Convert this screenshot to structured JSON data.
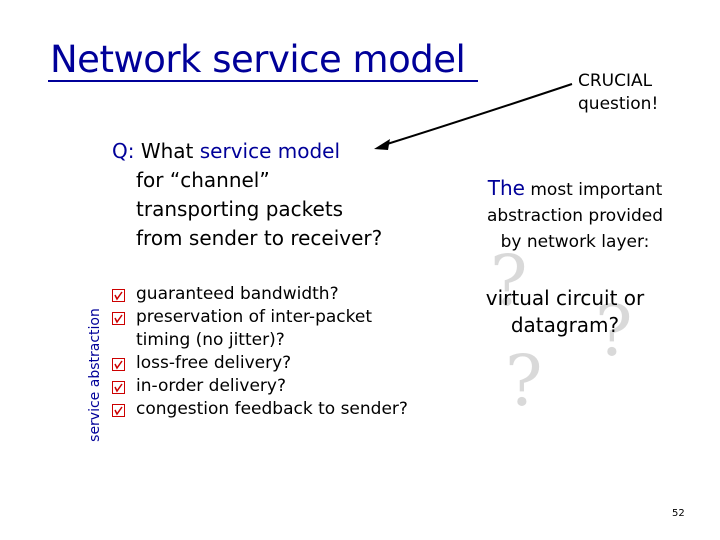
{
  "slide": {
    "title": "Network service model",
    "crucial_note": "CRUCIAL question!",
    "side_label": "service abstraction",
    "question": {
      "prefix": "Q:",
      "line1_a": "What ",
      "line1_b": "service model",
      "rest": "for “channel” transporting packets from sender to receiver?"
    },
    "bullets": [
      "guaranteed bandwidth?",
      "preservation of inter-packet timing (no jitter)?",
      "loss-free delivery?",
      "in-order delivery?",
      "congestion feedback to sender?"
    ],
    "answer": {
      "the": "The",
      "line1_rest": " most important",
      "line2": "abstraction provided",
      "line3": "by network layer:",
      "options": "virtual circuit or datagram?"
    },
    "page_number": "52"
  },
  "colors": {
    "title": "#000099",
    "bullet_marker": "#cc0000",
    "question_marks": "#d9d9d9"
  },
  "icons": {
    "bullet": "red-checkbox-icon",
    "arrow": "curved-arrow-icon"
  }
}
